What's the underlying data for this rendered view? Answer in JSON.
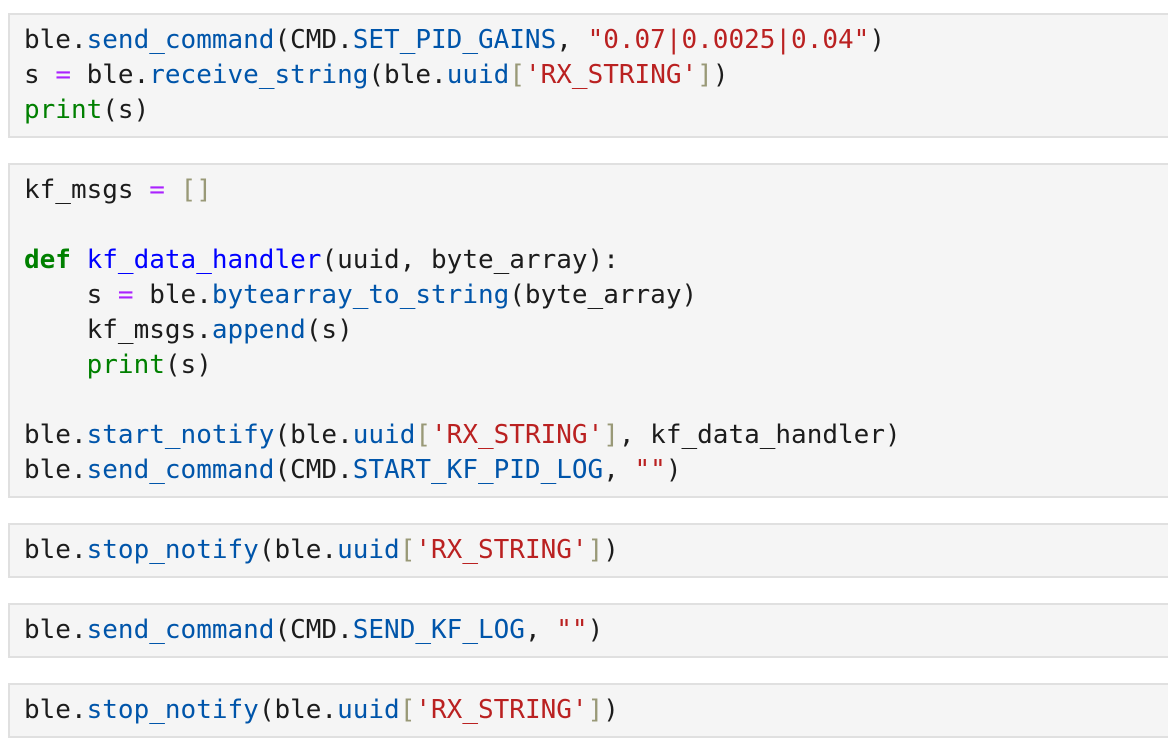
{
  "app": {
    "kind": "jupyter-notebook-code-cells",
    "language": "Python"
  },
  "colors": {
    "page_background": "#ffffff",
    "cell_background": "#f5f5f5",
    "cell_border": "#e0e0e0",
    "code_text": "#1c1c1c",
    "property": "#0055aa",
    "keyword": "#008000",
    "builtin": "#008000",
    "definition": "#0000ff",
    "operator": "#aa22ff",
    "string": "#ba2121",
    "bracket": "#999977"
  },
  "token_legend": {
    "v": "text",
    "p": "property",
    "k": "keyword",
    "d": "definition",
    "o": "operator",
    "s": "string",
    "b": "bracket",
    "bi": "builtin"
  },
  "cells": [
    {
      "lines": [
        [
          {
            "c": "v",
            "t": "ble."
          },
          {
            "c": "p",
            "t": "send_command"
          },
          {
            "c": "v",
            "t": "(CMD."
          },
          {
            "c": "p",
            "t": "SET_PID_GAINS"
          },
          {
            "c": "v",
            "t": ", "
          },
          {
            "c": "s",
            "t": "\"0.07|0.0025|0.04\""
          },
          {
            "c": "v",
            "t": ")"
          }
        ],
        [
          {
            "c": "v",
            "t": "s "
          },
          {
            "c": "o",
            "t": "="
          },
          {
            "c": "v",
            "t": " ble."
          },
          {
            "c": "p",
            "t": "receive_string"
          },
          {
            "c": "v",
            "t": "(ble."
          },
          {
            "c": "p",
            "t": "uuid"
          },
          {
            "c": "b",
            "t": "["
          },
          {
            "c": "s",
            "t": "'RX_STRING'"
          },
          {
            "c": "b",
            "t": "]"
          },
          {
            "c": "v",
            "t": ")"
          }
        ],
        [
          {
            "c": "bi",
            "t": "print"
          },
          {
            "c": "v",
            "t": "(s)"
          }
        ]
      ]
    },
    {
      "lines": [
        [
          {
            "c": "v",
            "t": "kf_msgs "
          },
          {
            "c": "o",
            "t": "="
          },
          {
            "c": "v",
            "t": " "
          },
          {
            "c": "b",
            "t": "[]"
          }
        ],
        [],
        [
          {
            "c": "k",
            "t": "def"
          },
          {
            "c": "v",
            "t": " "
          },
          {
            "c": "d",
            "t": "kf_data_handler"
          },
          {
            "c": "v",
            "t": "(uuid, byte_array):"
          }
        ],
        [
          {
            "c": "v",
            "t": "    s "
          },
          {
            "c": "o",
            "t": "="
          },
          {
            "c": "v",
            "t": " ble."
          },
          {
            "c": "p",
            "t": "bytearray_to_string"
          },
          {
            "c": "v",
            "t": "(byte_array)"
          }
        ],
        [
          {
            "c": "v",
            "t": "    kf_msgs."
          },
          {
            "c": "p",
            "t": "append"
          },
          {
            "c": "v",
            "t": "(s)"
          }
        ],
        [
          {
            "c": "v",
            "t": "    "
          },
          {
            "c": "bi",
            "t": "print"
          },
          {
            "c": "v",
            "t": "(s)"
          }
        ],
        [],
        [
          {
            "c": "v",
            "t": "ble."
          },
          {
            "c": "p",
            "t": "start_notify"
          },
          {
            "c": "v",
            "t": "(ble."
          },
          {
            "c": "p",
            "t": "uuid"
          },
          {
            "c": "b",
            "t": "["
          },
          {
            "c": "s",
            "t": "'RX_STRING'"
          },
          {
            "c": "b",
            "t": "]"
          },
          {
            "c": "v",
            "t": ", kf_data_handler)"
          }
        ],
        [
          {
            "c": "v",
            "t": "ble."
          },
          {
            "c": "p",
            "t": "send_command"
          },
          {
            "c": "v",
            "t": "(CMD."
          },
          {
            "c": "p",
            "t": "START_KF_PID_LOG"
          },
          {
            "c": "v",
            "t": ", "
          },
          {
            "c": "s",
            "t": "\"\""
          },
          {
            "c": "v",
            "t": ")"
          }
        ]
      ]
    },
    {
      "lines": [
        [
          {
            "c": "v",
            "t": "ble."
          },
          {
            "c": "p",
            "t": "stop_notify"
          },
          {
            "c": "v",
            "t": "(ble."
          },
          {
            "c": "p",
            "t": "uuid"
          },
          {
            "c": "b",
            "t": "["
          },
          {
            "c": "s",
            "t": "'RX_STRING'"
          },
          {
            "c": "b",
            "t": "]"
          },
          {
            "c": "v",
            "t": ")"
          }
        ]
      ]
    },
    {
      "lines": [
        [
          {
            "c": "v",
            "t": "ble."
          },
          {
            "c": "p",
            "t": "send_command"
          },
          {
            "c": "v",
            "t": "(CMD."
          },
          {
            "c": "p",
            "t": "SEND_KF_LOG"
          },
          {
            "c": "v",
            "t": ", "
          },
          {
            "c": "s",
            "t": "\"\""
          },
          {
            "c": "v",
            "t": ")"
          }
        ]
      ]
    },
    {
      "lines": [
        [
          {
            "c": "v",
            "t": "ble."
          },
          {
            "c": "p",
            "t": "stop_notify"
          },
          {
            "c": "v",
            "t": "(ble."
          },
          {
            "c": "p",
            "t": "uuid"
          },
          {
            "c": "b",
            "t": "["
          },
          {
            "c": "s",
            "t": "'RX_STRING'"
          },
          {
            "c": "b",
            "t": "]"
          },
          {
            "c": "v",
            "t": ")"
          }
        ]
      ]
    }
  ]
}
